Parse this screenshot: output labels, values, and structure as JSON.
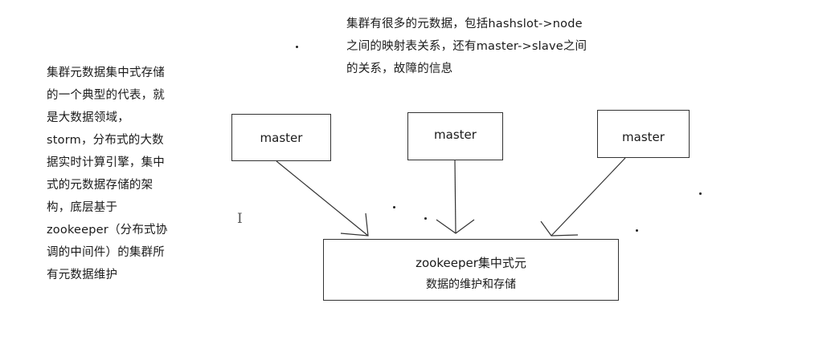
{
  "notes": {
    "left": {
      "lines": [
        "集群元数据集中式存储",
        "的一个典型的代表，就",
        "是大数据领域，",
        "storm，分布式的大数",
        "据实时计算引擎，集中",
        "式的元数据存储的架",
        "构，底层基于",
        "zookeeper（分布式协",
        "调的中间件）的集群所",
        "有元数据维护"
      ]
    },
    "top": {
      "lines": [
        "集群有很多的元数据，包括hashslot->node",
        "之间的映射表关系，还有master->slave之间",
        "的关系，故障的信息"
      ]
    }
  },
  "nodes": {
    "masters": [
      {
        "label": "master"
      },
      {
        "label": "master"
      },
      {
        "label": "master"
      }
    ],
    "zookeeper": {
      "line1": "zookeeper集中式元",
      "line2": "数据的维护和存储"
    }
  },
  "cursor": {
    "glyph": "I"
  },
  "colors": {
    "stroke": "#333333",
    "text": "#1a1a1a",
    "background": "#ffffff"
  }
}
